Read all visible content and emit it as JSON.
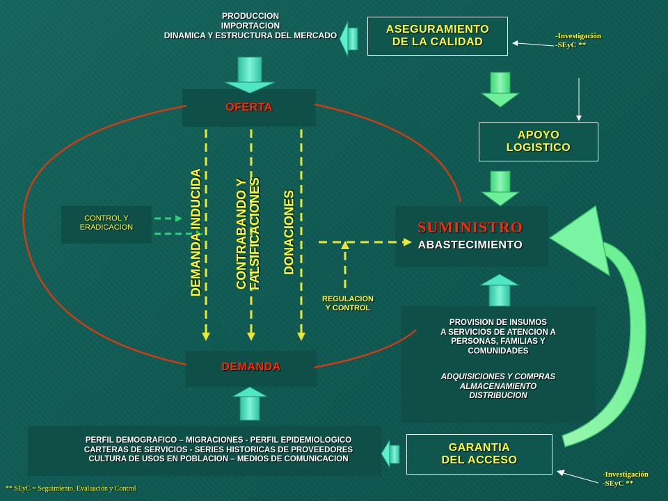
{
  "colors": {
    "background": "#11615a",
    "ellipse": "#d03b10",
    "dashed": "#e8e83a",
    "arrow_fill": "#5ef0c8",
    "green_arrow": "#63f09a",
    "label_yellow": "#ffff33",
    "label_red": "#ff2a00"
  },
  "top_left_text": [
    "PRODUCCION",
    "IMPORTACION",
    "DINAMICA Y ESTRUCTURA  DEL MERCADO"
  ],
  "aseguramiento": [
    "ASEGURAMIENTO",
    "DE LA CALIDAD"
  ],
  "note_top": [
    "-Investigación",
    "-SEyC **"
  ],
  "oferta": "OFERTA",
  "apoyo": [
    "APOYO",
    "LOGISTICO"
  ],
  "vertical": {
    "demanda_inducida": [
      "DEMANDA  INDUCIDA"
    ],
    "contrabando": [
      "CONTRABANDO Y",
      "FALSIFICACIONES"
    ],
    "donaciones": "DONACIONES"
  },
  "control": [
    "CONTROL  Y",
    "ERADICACION"
  ],
  "suministro": "SUMINISTRO",
  "abastecimiento": "ABASTECIMIENTO",
  "regulacion": [
    "REGULACION",
    "Y CONTROL"
  ],
  "provision": [
    "PROVISION DE INSUMOS",
    "A SERVICIOS DE ATENCION A",
    "PERSONAS, FAMILIAS Y",
    "COMUNIDADES"
  ],
  "adquisiciones": [
    "ADQUISICIONES  Y COMPRAS",
    "ALMACENAMIENTO",
    "DISTRIBUCION"
  ],
  "demanda": "DEMANDA",
  "bottom_text": [
    "PERFIL DEMOGRAFICO – MIGRACIONES  - PERFIL EPIDEMIOLOGICO",
    "CARTERAS  DE SERVICIOS - SERIES HISTORICAS  DE PROVEEDORES",
    "CULTURA  DE USOS EN POBLACION  – MEDIOS DE COMUNICACION"
  ],
  "garantia": [
    "GARANTIA",
    "DEL ACCESO"
  ],
  "note_bottom": [
    "-Investigación",
    "-SEyC **"
  ],
  "footnote": "** SEyC = Seguimiento, Evaluación y Control"
}
